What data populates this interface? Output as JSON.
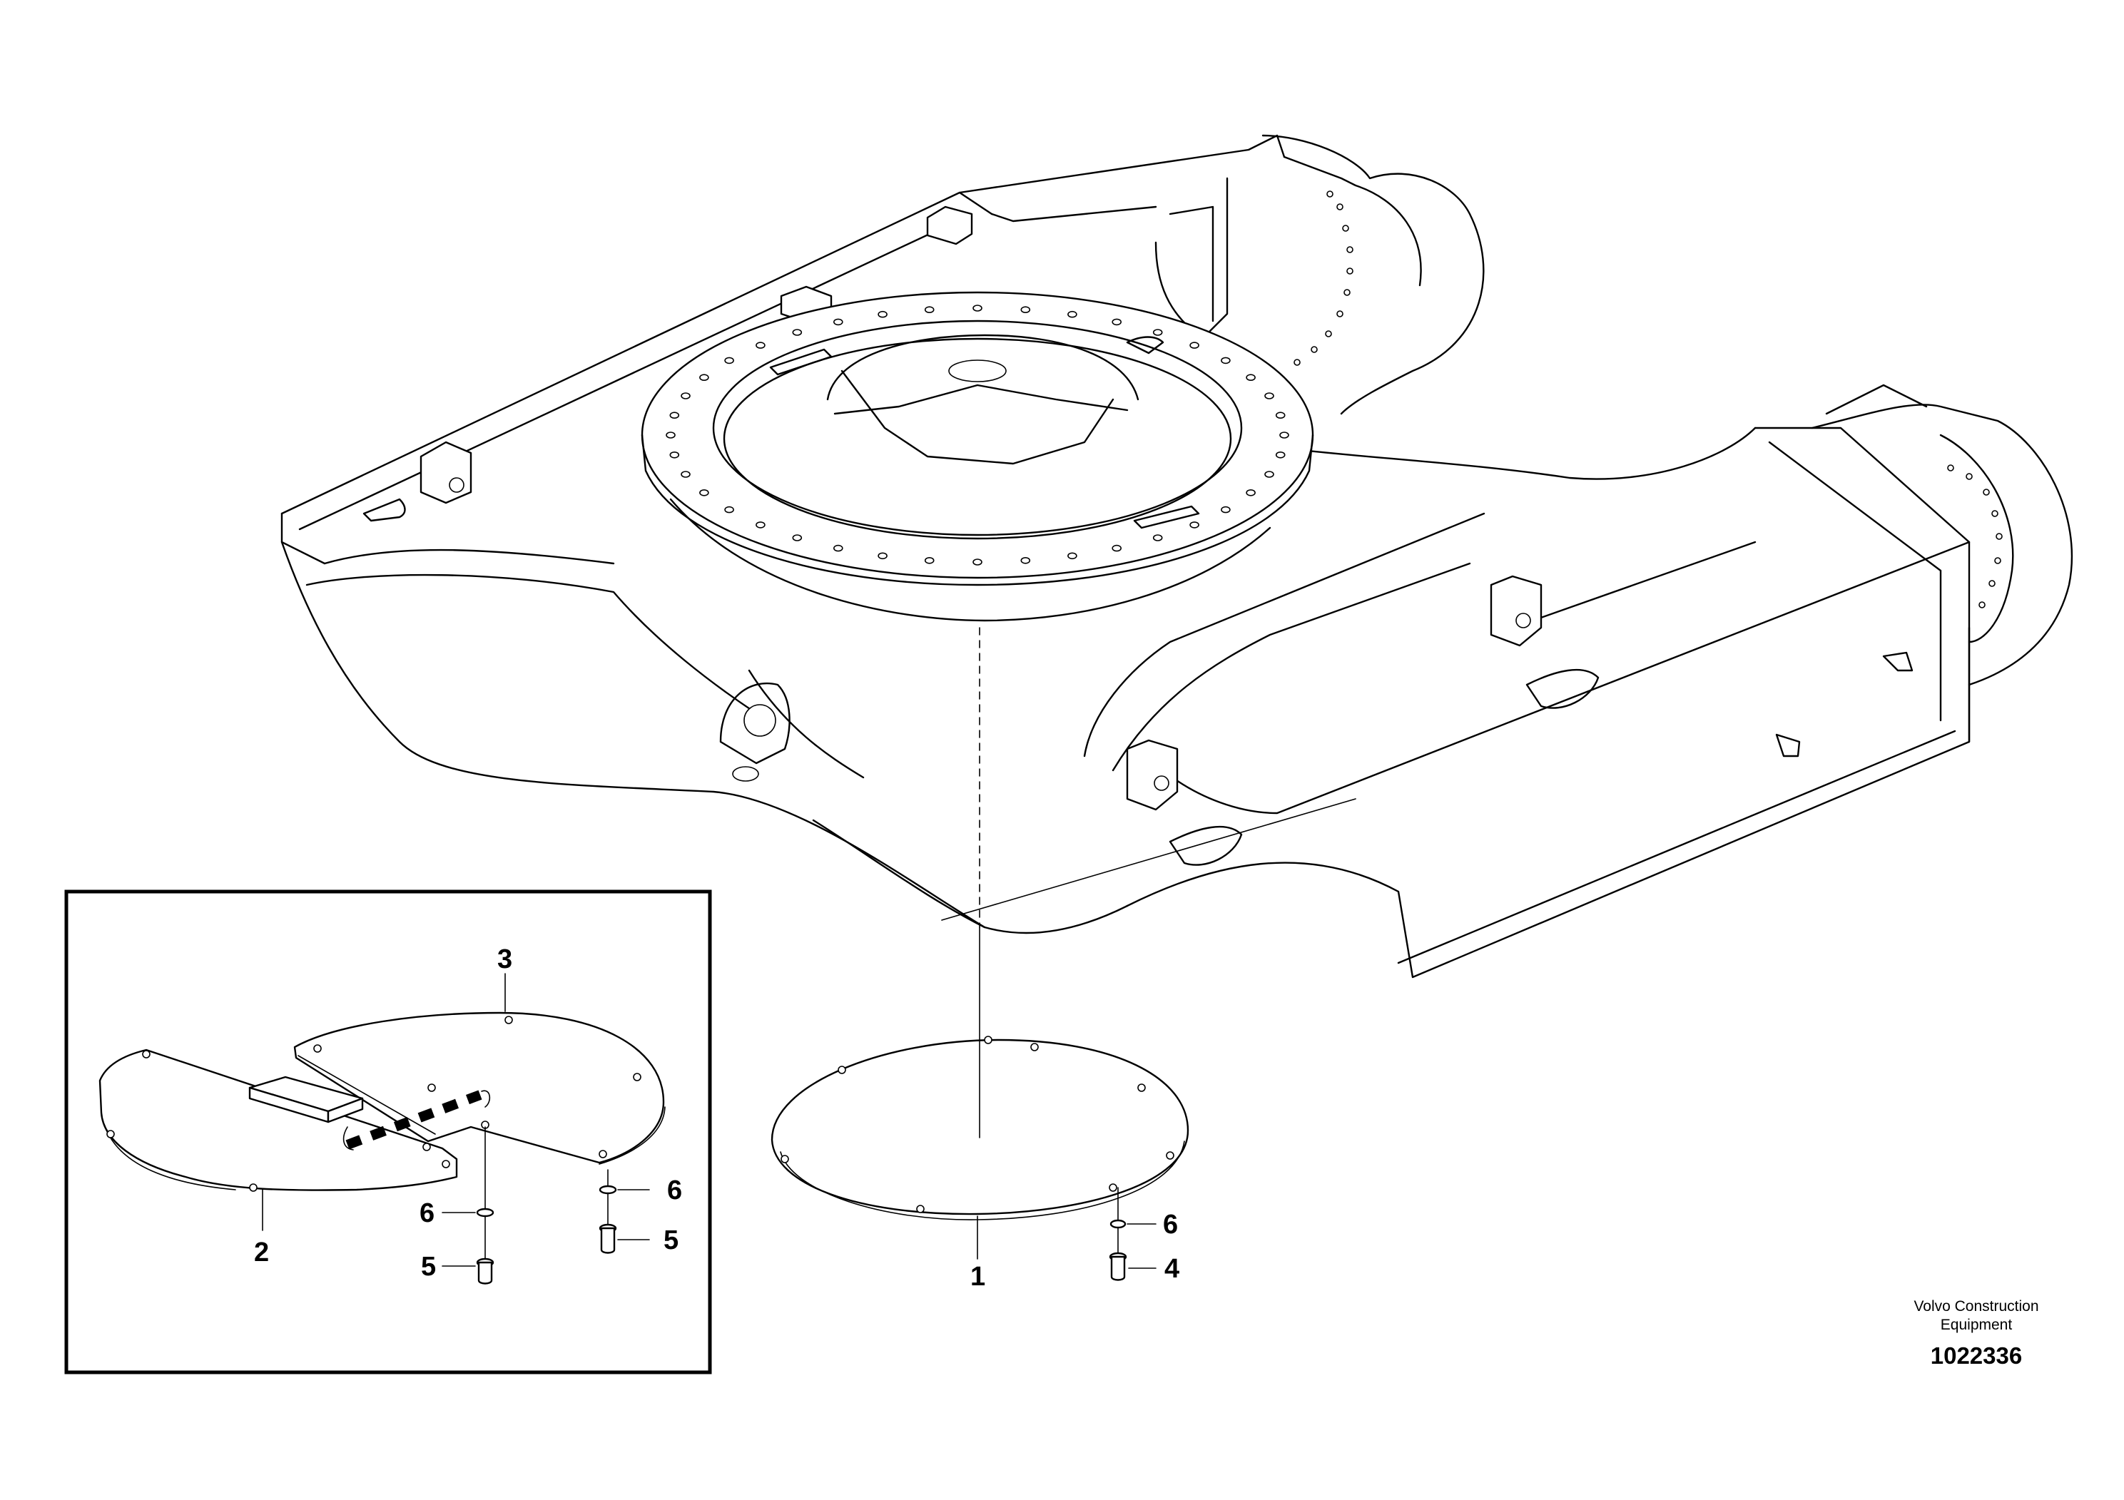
{
  "callouts": {
    "c1": "1",
    "c2": "2",
    "c3": "3",
    "c4": "4",
    "c5a": "5",
    "c5b": "5",
    "c6a": "6",
    "c6b": "6",
    "c6c": "6"
  },
  "footer": {
    "brand_line1": "Volvo Construction",
    "brand_line2": "Equipment",
    "doc_number": "1022336"
  }
}
